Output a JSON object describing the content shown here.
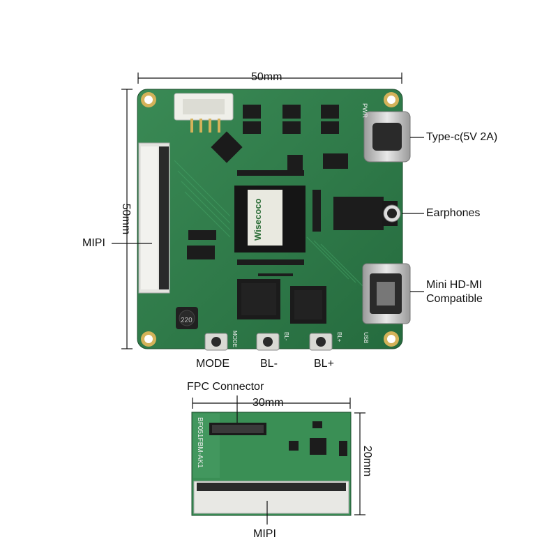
{
  "main_board": {
    "width_label": "50mm",
    "height_label": "50mm",
    "chip_brand": "Wisecoco",
    "inductor_marking": "220",
    "silk_pwr": "PWR",
    "silk_mode": "MODE",
    "silk_bl_minus": "BL-",
    "silk_bl_plus": "BL+",
    "silk_usb": "USB",
    "callouts": {
      "type_c": "Type-c(5V 2A)",
      "earphones": "Earphones",
      "hdmi_line1": "Mini HD-MI",
      "hdmi_line2": "Compatible",
      "mipi": "MIPI",
      "mode": "MODE",
      "bl_minus": "BL-",
      "bl_plus": "BL+"
    }
  },
  "adapter_board": {
    "width_label": "30mm",
    "height_label": "20mm",
    "silk_part": "BF051FBM-AK1",
    "callouts": {
      "fpc": "FPC Connector",
      "mipi": "MIPI"
    }
  },
  "colors": {
    "pcb": "#2f7d4a",
    "pcb_dark": "#235f38",
    "pad": "#c9a54a",
    "metal": "#c8c8c8"
  }
}
